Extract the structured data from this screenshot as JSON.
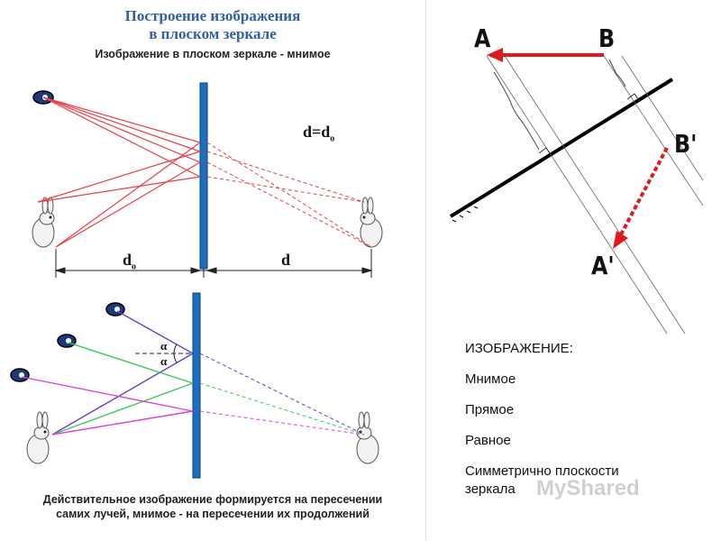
{
  "left_panel": {
    "title_line1": "Построение изображения",
    "title_line2": "в плоском зеркале",
    "subtitle": "Изображение в плоском зеркале - мнимое",
    "formula": "d=d",
    "formula_sub": "o",
    "dim_left": "d",
    "dim_left_sub": "o",
    "dim_right": "d",
    "angle_symbol": "α",
    "caption_line1": "Действительное изображение формируется на пересечении",
    "caption_line2": "самих лучей, мнимое - на пересечении их продолжений"
  },
  "right_panel": {
    "label_A": "A",
    "label_B": "B",
    "label_B_prime": "B'",
    "label_A_prime": "A'",
    "properties_heading": "ИЗОБРАЖЕНИЕ:",
    "properties": [
      "Мнимое",
      "Прямое",
      "Равное",
      "Симметрично плоскости зеркала"
    ]
  },
  "watermark": "MyShared",
  "colors": {
    "title": "#2f5fa8",
    "mirror": "#1a6fc4",
    "ray_red": "#e8404a",
    "ray_violet": "#6b3fc8",
    "ray_green": "#3cc85a",
    "ray_magenta": "#e040d8",
    "arrow_real": "#e01a1a"
  }
}
